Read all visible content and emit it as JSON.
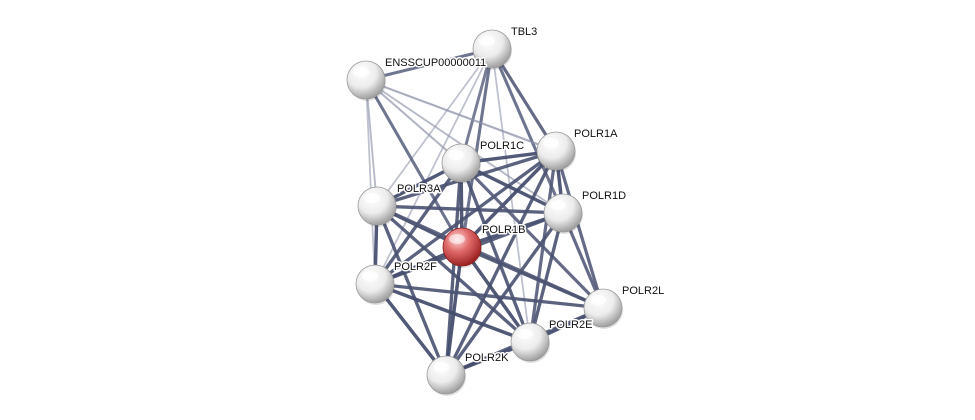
{
  "network": {
    "colors": {
      "edge_strong": "#3d4566",
      "edge_weak": "#c7cad8",
      "node_default": "#ffffff",
      "node_query": "#d22a2a"
    },
    "nodes": [
      {
        "id": "TBL3",
        "label": "TBL3",
        "query": false
      },
      {
        "id": "ENSSCUP",
        "label": "ENSSCUP00000011",
        "query": false
      },
      {
        "id": "POLR1A",
        "label": "POLR1A",
        "query": false
      },
      {
        "id": "POLR1C",
        "label": "POLR1C",
        "query": false
      },
      {
        "id": "POLR1D",
        "label": "POLR1D",
        "query": false
      },
      {
        "id": "POLR3A",
        "label": "POLR3A",
        "query": false
      },
      {
        "id": "POLR1B",
        "label": "POLR1B",
        "query": true
      },
      {
        "id": "POLR2F",
        "label": "POLR2F",
        "query": false
      },
      {
        "id": "POLR2L",
        "label": "POLR2L",
        "query": false
      },
      {
        "id": "POLR2E",
        "label": "POLR2E",
        "query": false
      },
      {
        "id": "POLR2K",
        "label": "POLR2K",
        "query": false
      }
    ],
    "edges": [
      {
        "source": "TBL3",
        "target": "ENSSCUP",
        "weight": 0.8
      },
      {
        "source": "TBL3",
        "target": "POLR1A",
        "weight": 0.85
      },
      {
        "source": "TBL3",
        "target": "POLR1C",
        "weight": 0.75
      },
      {
        "source": "TBL3",
        "target": "POLR1D",
        "weight": 0.8
      },
      {
        "source": "TBL3",
        "target": "POLR1B",
        "weight": 0.8
      },
      {
        "source": "TBL3",
        "target": "POLR3A",
        "weight": 0.3
      },
      {
        "source": "TBL3",
        "target": "POLR2F",
        "weight": 0.3
      },
      {
        "source": "TBL3",
        "target": "POLR2E",
        "weight": 0.3
      },
      {
        "source": "ENSSCUP",
        "target": "POLR1A",
        "weight": 0.45
      },
      {
        "source": "ENSSCUP",
        "target": "POLR1C",
        "weight": 0.4
      },
      {
        "source": "ENSSCUP",
        "target": "POLR1B",
        "weight": 0.8
      },
      {
        "source": "ENSSCUP",
        "target": "POLR1D",
        "weight": 0.35
      },
      {
        "source": "ENSSCUP",
        "target": "POLR3A",
        "weight": 0.35
      },
      {
        "source": "ENSSCUP",
        "target": "POLR2F",
        "weight": 0.3
      },
      {
        "source": "POLR1A",
        "target": "POLR1C",
        "weight": 0.95
      },
      {
        "source": "POLR1A",
        "target": "POLR1D",
        "weight": 0.95
      },
      {
        "source": "POLR1A",
        "target": "POLR1B",
        "weight": 0.95
      },
      {
        "source": "POLR1A",
        "target": "POLR3A",
        "weight": 0.9
      },
      {
        "source": "POLR1A",
        "target": "POLR2F",
        "weight": 0.9
      },
      {
        "source": "POLR1A",
        "target": "POLR2L",
        "weight": 0.85
      },
      {
        "source": "POLR1A",
        "target": "POLR2E",
        "weight": 0.85
      },
      {
        "source": "POLR1A",
        "target": "POLR2K",
        "weight": 0.9
      },
      {
        "source": "POLR1C",
        "target": "POLR1D",
        "weight": 0.95
      },
      {
        "source": "POLR1C",
        "target": "POLR1B",
        "weight": 0.95
      },
      {
        "source": "POLR1C",
        "target": "POLR3A",
        "weight": 0.95
      },
      {
        "source": "POLR1C",
        "target": "POLR2F",
        "weight": 0.9
      },
      {
        "source": "POLR1C",
        "target": "POLR2L",
        "weight": 0.85
      },
      {
        "source": "POLR1C",
        "target": "POLR2E",
        "weight": 0.9
      },
      {
        "source": "POLR1C",
        "target": "POLR2K",
        "weight": 0.9
      },
      {
        "source": "POLR1D",
        "target": "POLR1B",
        "weight": 0.95
      },
      {
        "source": "POLR1D",
        "target": "POLR3A",
        "weight": 0.9
      },
      {
        "source": "POLR1D",
        "target": "POLR2F",
        "weight": 0.9
      },
      {
        "source": "POLR1D",
        "target": "POLR2L",
        "weight": 0.85
      },
      {
        "source": "POLR1D",
        "target": "POLR2E",
        "weight": 0.9
      },
      {
        "source": "POLR1D",
        "target": "POLR2K",
        "weight": 0.9
      },
      {
        "source": "POLR3A",
        "target": "POLR1B",
        "weight": 0.95
      },
      {
        "source": "POLR3A",
        "target": "POLR2F",
        "weight": 0.95
      },
      {
        "source": "POLR3A",
        "target": "POLR2L",
        "weight": 0.85
      },
      {
        "source": "POLR3A",
        "target": "POLR2E",
        "weight": 0.9
      },
      {
        "source": "POLR3A",
        "target": "POLR2K",
        "weight": 0.9
      },
      {
        "source": "POLR1B",
        "target": "POLR2F",
        "weight": 0.95
      },
      {
        "source": "POLR1B",
        "target": "POLR2L",
        "weight": 0.9
      },
      {
        "source": "POLR1B",
        "target": "POLR2E",
        "weight": 0.95
      },
      {
        "source": "POLR1B",
        "target": "POLR2K",
        "weight": 0.95
      },
      {
        "source": "POLR2F",
        "target": "POLR2L",
        "weight": 0.9
      },
      {
        "source": "POLR2F",
        "target": "POLR2E",
        "weight": 0.95
      },
      {
        "source": "POLR2F",
        "target": "POLR2K",
        "weight": 0.95
      },
      {
        "source": "POLR2L",
        "target": "POLR2E",
        "weight": 0.95
      },
      {
        "source": "POLR2L",
        "target": "POLR2K",
        "weight": 0.9
      },
      {
        "source": "POLR2E",
        "target": "POLR2K",
        "weight": 0.95
      }
    ]
  }
}
